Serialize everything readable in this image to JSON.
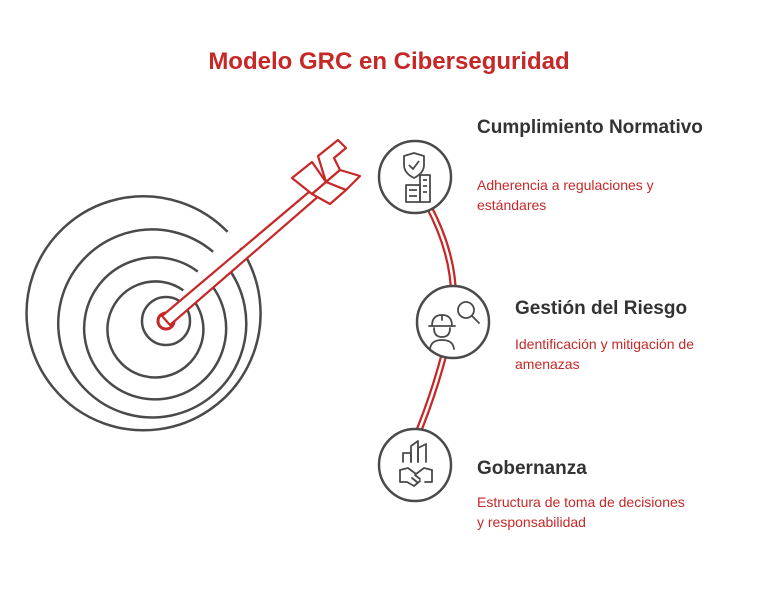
{
  "title": "Modelo GRC en Ciberseguridad",
  "colors": {
    "accent": "#c62828",
    "outline": "#4a4a4a",
    "text": "#333333"
  },
  "items": [
    {
      "title": "Cumplimiento Normativo",
      "description": "Adherencia a regulaciones y estándares",
      "icon": "shield-building-icon"
    },
    {
      "title": "Gestión del Riesgo",
      "description": "Identificación y mitigación de amenazas",
      "icon": "worker-magnifier-icon"
    },
    {
      "title": "Gobernanza",
      "description": "Estructura de toma de decisiones y responsabilidad",
      "icon": "handshake-building-icon"
    }
  ]
}
